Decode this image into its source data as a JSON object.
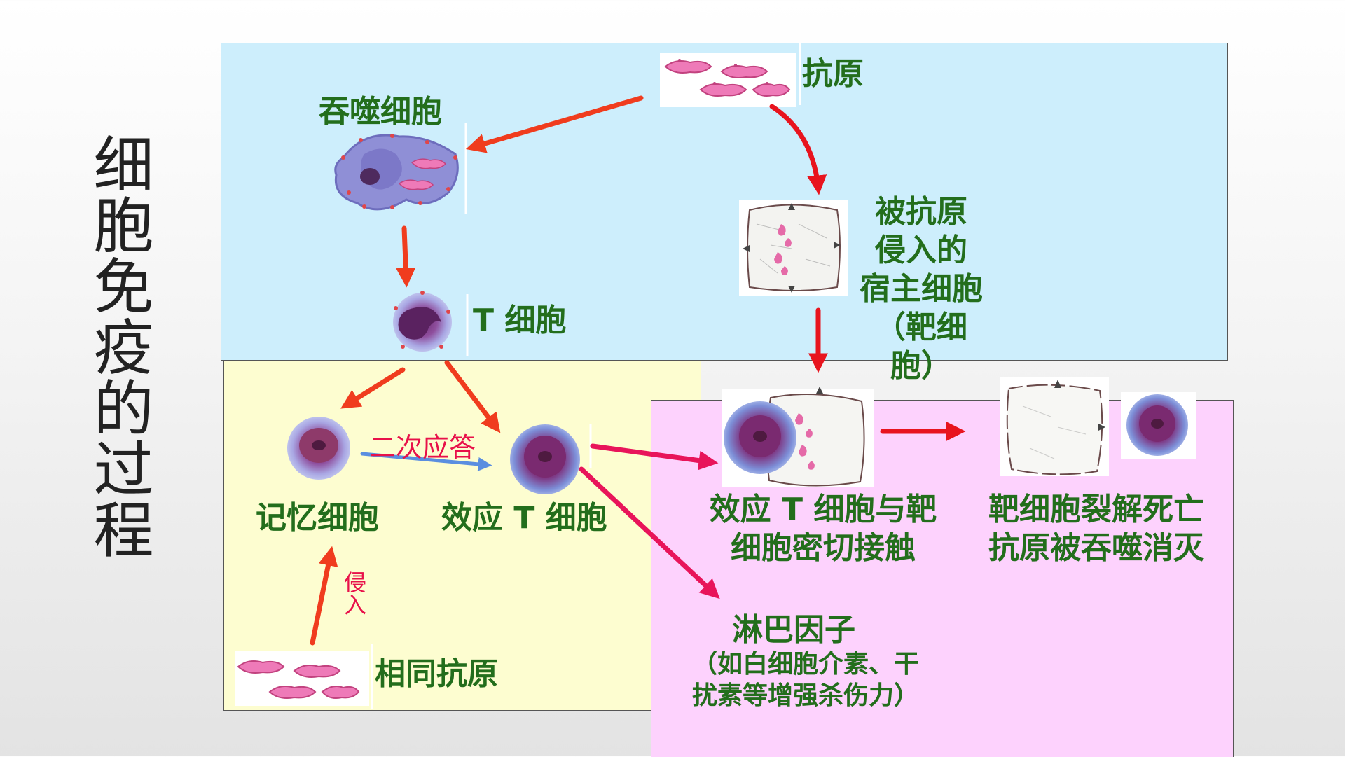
{
  "title": "细胞免疫的过程",
  "labels": {
    "antigen": "抗原",
    "phagocyte": "吞噬细胞",
    "t_cell": "T 细胞",
    "host_cell_lines": [
      "被抗原",
      "侵入的",
      "宿主细胞",
      "（靶细",
      "胞）"
    ],
    "memory_cell": "记忆细胞",
    "effector_t_cell": "效应 T 细胞",
    "contact_lines": [
      "效应 T 细胞与靶",
      "细胞密切接触"
    ],
    "lysis_lines": [
      "靶细胞裂解死亡",
      "抗原被吞噬消灭"
    ],
    "lymphokine": "淋巴因子",
    "lymphokine_desc_lines": [
      "（如白细胞介素、干",
      "扰素等增强杀伤力）"
    ],
    "same_antigen": "相同抗原",
    "secondary_response": "二次应答",
    "invade": "侵入"
  },
  "colors": {
    "label_green": "#236e1c",
    "arrow_orange": "#f03c1e",
    "arrow_red": "#e8141e",
    "arrow_pink": "#e8145a",
    "arrow_blue": "#5a8ee0",
    "panel_blue": "#cdeefc",
    "panel_yellow": "#fdfdd0",
    "panel_pink": "#fdd2fd"
  }
}
